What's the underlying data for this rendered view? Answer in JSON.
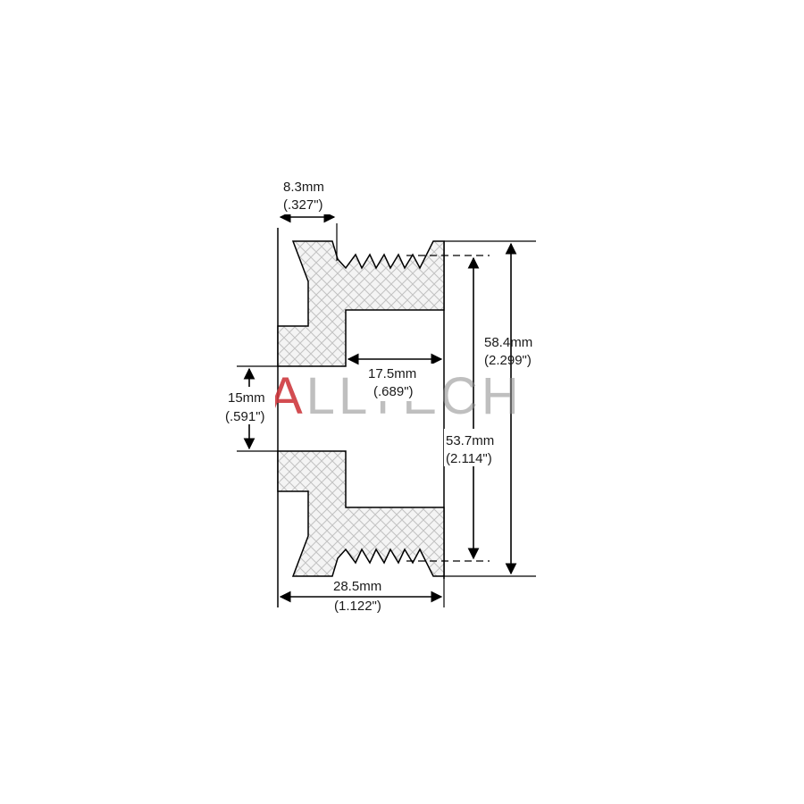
{
  "dimensions": {
    "hub_width": {
      "mm": "8.3mm",
      "inch": "(.327\")"
    },
    "bore_diameter": {
      "mm": "15mm",
      "inch": "(.591\")"
    },
    "hub_depth": {
      "mm": "17.5mm",
      "inch": "(.689\")"
    },
    "outer_diameter": {
      "mm": "58.4mm",
      "inch": "(2.299\")"
    },
    "groove_diameter": {
      "mm": "53.7mm",
      "inch": "(2.114\")"
    },
    "overall_width": {
      "mm": "28.5mm",
      "inch": "(1.122\")"
    }
  },
  "watermark": "ALLTECH",
  "colors": {
    "outline": "#000000",
    "hatch": "#bdbdbd",
    "hatch_bg": "#f3f3f3",
    "watermark_red": "#d9262c",
    "watermark_gray": "#8a8a8a"
  }
}
